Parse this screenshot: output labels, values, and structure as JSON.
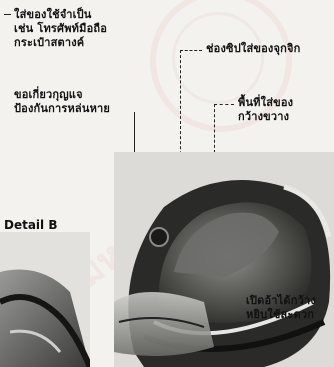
{
  "labels": {
    "essentials": [
      "ใส่ของใช้จำเป็น",
      "เช่น โทรศัพท์มือถือ",
      "กระเป๋าสตางค์"
    ],
    "keyring": [
      "ขอเกี่ยวกุญแจ",
      "ป้องกันการหล่นหาย"
    ],
    "zipper_pocket": "ช่องซิปใส่ของจุกจิก",
    "space": [
      "พื้นที่ใส่ของ",
      "กว้างขวาง"
    ],
    "wide_open": [
      "เปิดอ้าได้กว้าง",
      "หยิบใช้สะดวก"
    ],
    "detail_b": "Detail B"
  }
}
